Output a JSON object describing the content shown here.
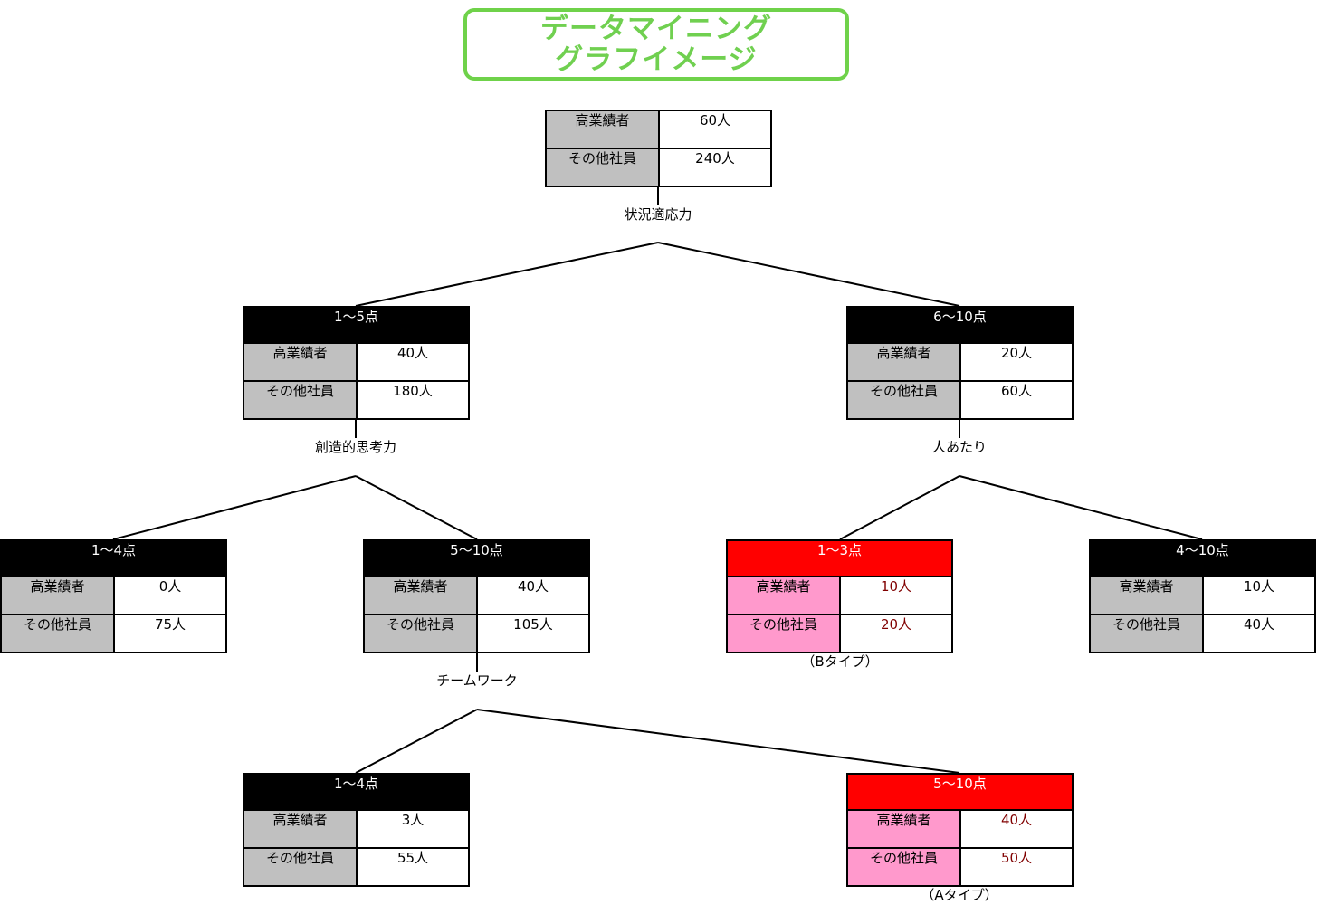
{
  "title": {
    "line1": "データマイニング",
    "line2": "グラフイメージ"
  },
  "row_labels": {
    "high": "高業績者",
    "other": "その他社員"
  },
  "root": {
    "high": "60人",
    "other": "240人"
  },
  "splits": {
    "root": "状況適応力",
    "l1_left": "創造的思考力",
    "l1_right": "人あたり",
    "l2_b": "チームワーク"
  },
  "nodes": {
    "l1_left": {
      "range": "1～5点",
      "high": "40人",
      "other": "180人"
    },
    "l1_right": {
      "range": "6～10点",
      "high": "20人",
      "other": "60人"
    },
    "l2_a": {
      "range": "1～4点",
      "high": "0人",
      "other": "75人"
    },
    "l2_b": {
      "range": "5～10点",
      "high": "40人",
      "other": "105人"
    },
    "l2_c": {
      "range": "1～3点",
      "high": "10人",
      "other": "20人"
    },
    "l2_d": {
      "range": "4～10点",
      "high": "10人",
      "other": "40人"
    },
    "l3_a": {
      "range": "1～4点",
      "high": "3人",
      "other": "55人"
    },
    "l3_b": {
      "range": "5～10点",
      "high": "40人",
      "other": "50人"
    }
  },
  "type_labels": {
    "b": "（Bタイプ）",
    "a": "（Aタイプ）"
  },
  "colors": {
    "title_green": "#70d050",
    "header_black": "#000000",
    "header_red": "#ff0000",
    "label_gray": "#c0c0c0",
    "label_pink": "#ff99cc",
    "value_dark_red": "#800000"
  }
}
